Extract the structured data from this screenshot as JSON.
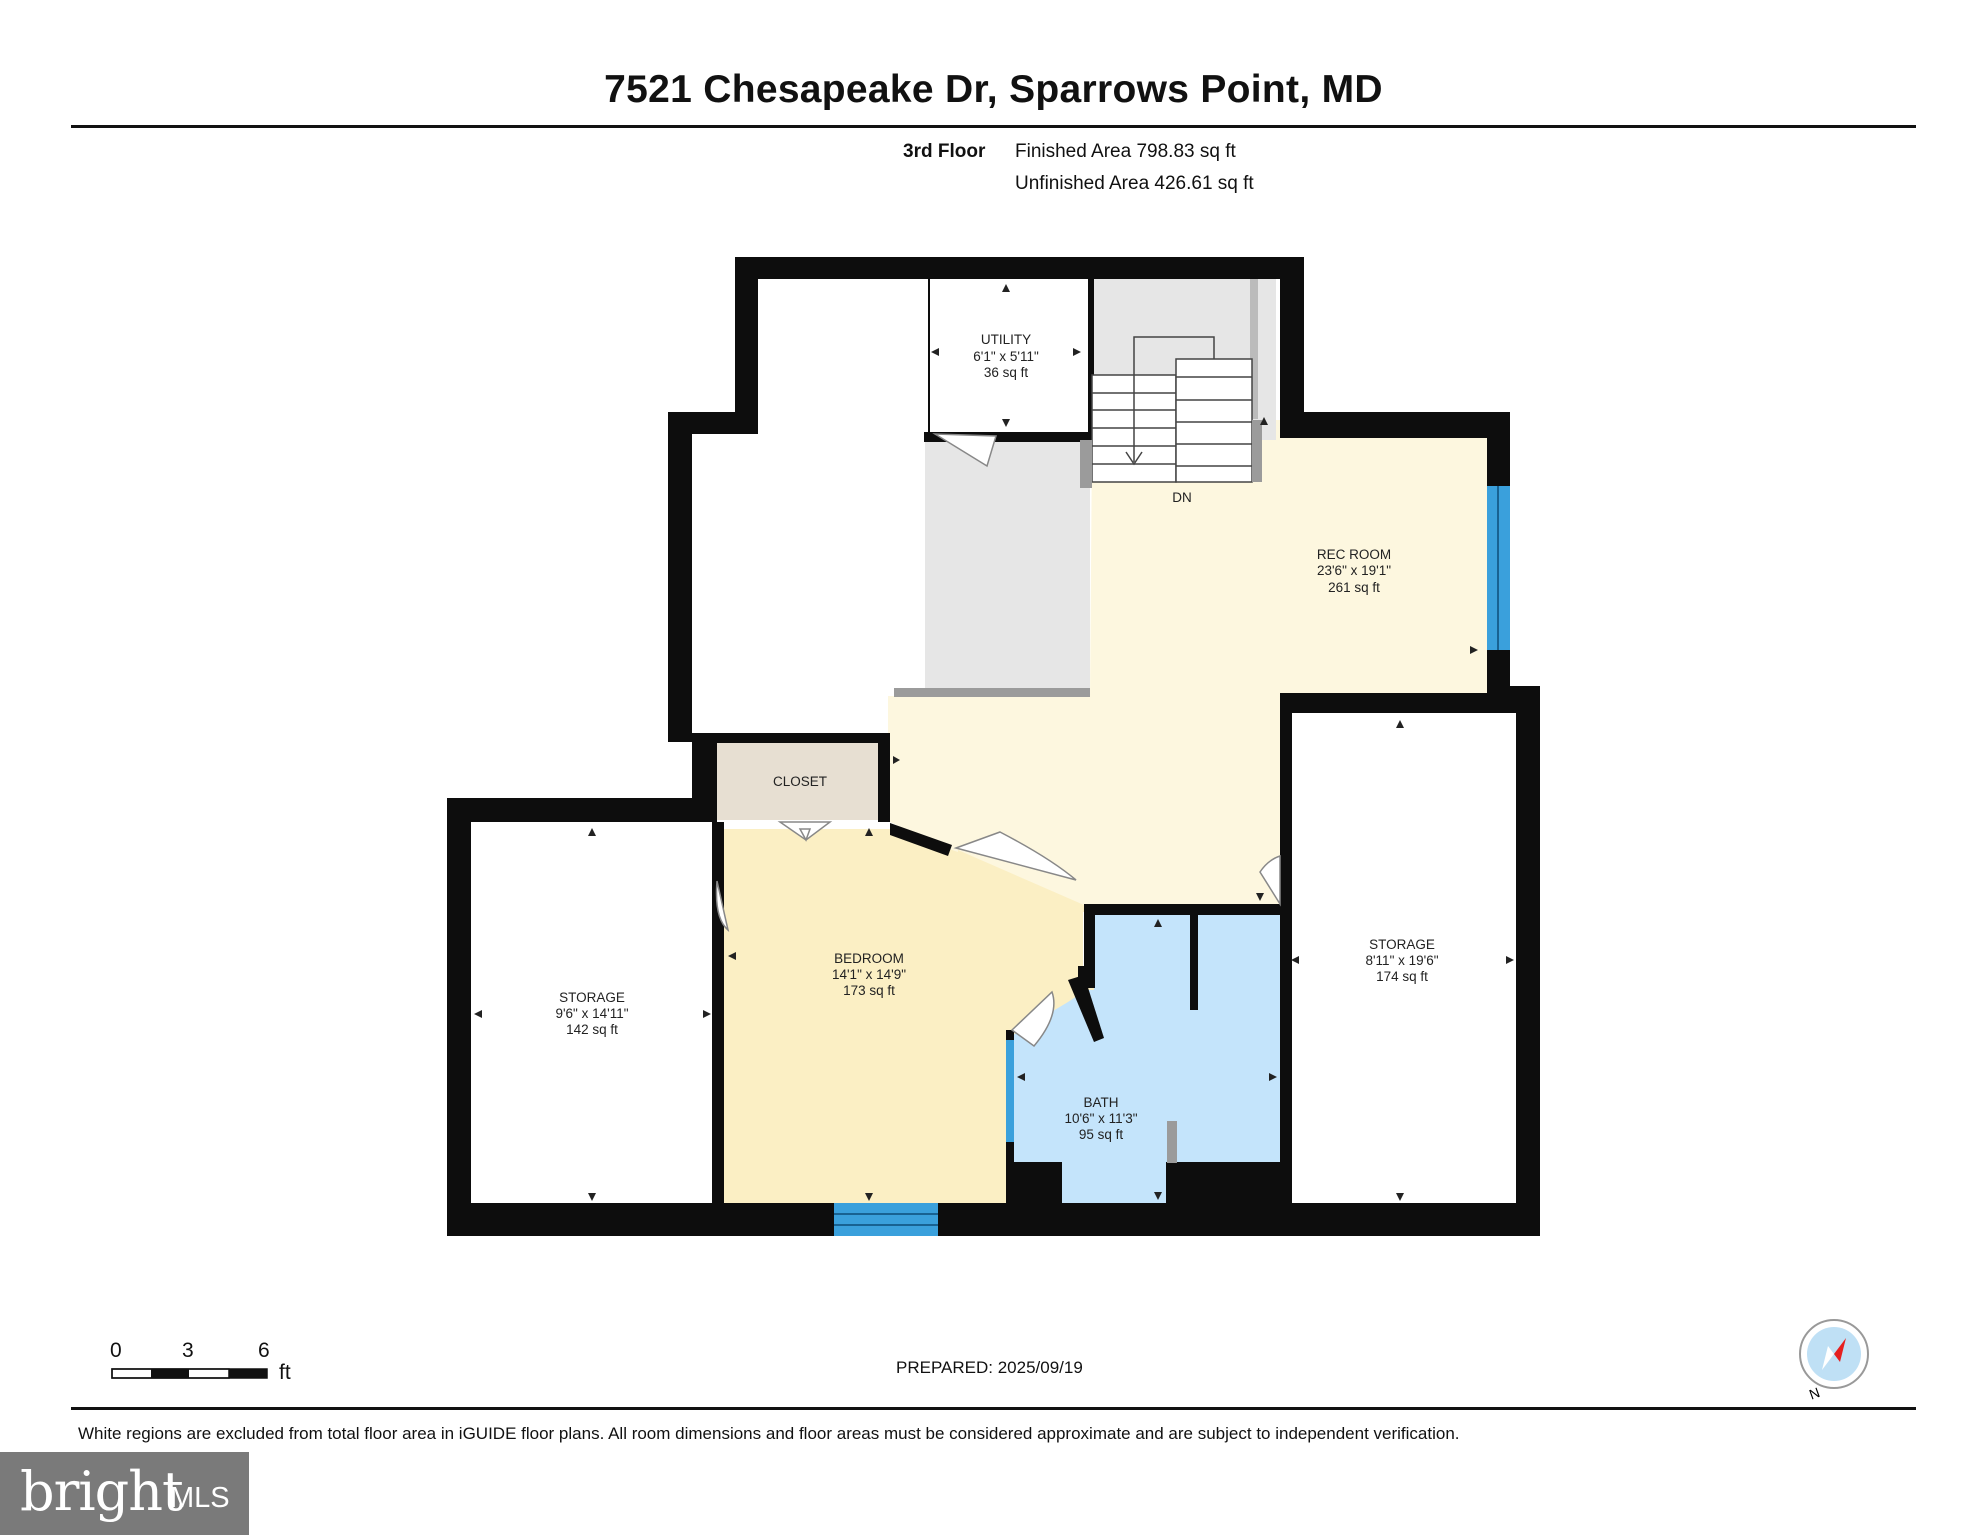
{
  "header": {
    "title": "7521 Chesapeake Dr, Sparrows Point, MD",
    "floor": "3rd Floor",
    "finished_area": "Finished Area 798.83 sq ft",
    "unfinished_area": "Unfinished Area 426.61 sq ft"
  },
  "rooms": {
    "utility": {
      "name": "UTILITY",
      "dims": "6'1\" x 5'11\"",
      "area": "36 sq ft"
    },
    "rec_room": {
      "name": "REC ROOM",
      "dims": "23'6\" x 19'1\"",
      "area": "261 sq ft"
    },
    "closet": {
      "name": "CLOSET"
    },
    "bedroom": {
      "name": "BEDROOM",
      "dims": "14'1\" x 14'9\"",
      "area": "173 sq ft"
    },
    "storage_left": {
      "name": "STORAGE",
      "dims": "9'6\" x 14'11\"",
      "area": "142 sq ft"
    },
    "storage_right": {
      "name": "STORAGE",
      "dims": "8'11\" x 19'6\"",
      "area": "174 sq ft"
    },
    "bath": {
      "name": "BATH",
      "dims": "10'6\" x 11'3\"",
      "area": "95 sq ft"
    },
    "stairs_label": "DN"
  },
  "scale_bar": {
    "ticks": [
      "0",
      "3",
      "6"
    ],
    "unit": "ft"
  },
  "prepared": "PREPARED: 2025/09/19",
  "disclaimer": "White regions are excluded from total floor area in iGUIDE floor plans. All room dimensions and floor areas must be considered approximate and are subject to independent verification.",
  "logo": {
    "brand": "bright",
    "suffix": "MLS"
  },
  "compass": {
    "label": "N",
    "icon": "compass-icon"
  },
  "colors": {
    "wall": "#0d0d0d",
    "rec_room": "#fdf7df",
    "bedroom": "#fbefc4",
    "closet": "#e7dfd2",
    "bath": "#c4e4fb",
    "unfinished": "#e6e6e6",
    "window": "#3aa0dc"
  }
}
